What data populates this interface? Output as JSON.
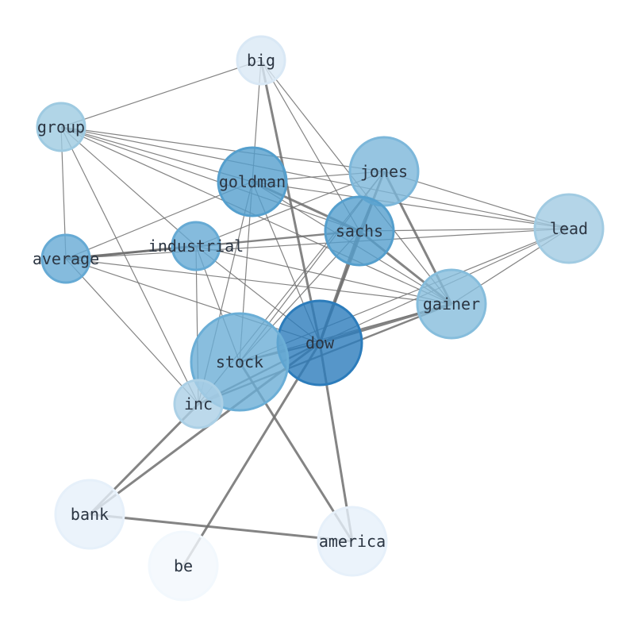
{
  "graph": {
    "nodes": [
      {
        "id": "big",
        "label": "big",
        "weight": 0.18
      },
      {
        "id": "group",
        "label": "group",
        "weight": 0.45
      },
      {
        "id": "goldman",
        "label": "goldman",
        "weight": 0.68
      },
      {
        "id": "jones",
        "label": "jones",
        "weight": 0.55
      },
      {
        "id": "lead",
        "label": "lead",
        "weight": 0.44
      },
      {
        "id": "sachs",
        "label": "sachs",
        "weight": 0.68
      },
      {
        "id": "industrial",
        "label": "industrial",
        "weight": 0.62
      },
      {
        "id": "average",
        "label": "average",
        "weight": 0.62
      },
      {
        "id": "gainer",
        "label": "gainer",
        "weight": 0.52
      },
      {
        "id": "dow",
        "label": "dow",
        "weight": 0.85
      },
      {
        "id": "stock",
        "label": "stock",
        "weight": 0.6
      },
      {
        "id": "inc",
        "label": "inc",
        "weight": 0.4
      },
      {
        "id": "bank",
        "label": "bank",
        "weight": 0.1
      },
      {
        "id": "america",
        "label": "america",
        "weight": 0.1
      },
      {
        "id": "be",
        "label": "be",
        "weight": 0.03
      }
    ],
    "edges": [
      {
        "source": "big",
        "target": "group",
        "weight": 1
      },
      {
        "source": "big",
        "target": "goldman",
        "weight": 1
      },
      {
        "source": "big",
        "target": "dow",
        "weight": 2.5
      },
      {
        "source": "big",
        "target": "sachs",
        "weight": 1
      },
      {
        "source": "big",
        "target": "gainer",
        "weight": 1
      },
      {
        "source": "group",
        "target": "goldman",
        "weight": 1
      },
      {
        "source": "group",
        "target": "jones",
        "weight": 1
      },
      {
        "source": "group",
        "target": "sachs",
        "weight": 1
      },
      {
        "source": "group",
        "target": "lead",
        "weight": 1
      },
      {
        "source": "group",
        "target": "gainer",
        "weight": 1
      },
      {
        "source": "group",
        "target": "average",
        "weight": 1
      },
      {
        "source": "group",
        "target": "industrial",
        "weight": 1
      },
      {
        "source": "group",
        "target": "inc",
        "weight": 1
      },
      {
        "source": "goldman",
        "target": "sachs",
        "weight": 2.5
      },
      {
        "source": "goldman",
        "target": "jones",
        "weight": 1
      },
      {
        "source": "goldman",
        "target": "average",
        "weight": 1
      },
      {
        "source": "goldman",
        "target": "stock",
        "weight": 1
      },
      {
        "source": "goldman",
        "target": "dow",
        "weight": 1
      },
      {
        "source": "goldman",
        "target": "inc",
        "weight": 1
      },
      {
        "source": "goldman",
        "target": "gainer",
        "weight": 1
      },
      {
        "source": "goldman",
        "target": "lead",
        "weight": 1
      },
      {
        "source": "jones",
        "target": "sachs",
        "weight": 1
      },
      {
        "source": "jones",
        "target": "lead",
        "weight": 1
      },
      {
        "source": "jones",
        "target": "gainer",
        "weight": 2.5
      },
      {
        "source": "jones",
        "target": "dow",
        "weight": 2.5
      },
      {
        "source": "jones",
        "target": "stock",
        "weight": 1
      },
      {
        "source": "jones",
        "target": "industrial",
        "weight": 1
      },
      {
        "source": "jones",
        "target": "inc",
        "weight": 1
      },
      {
        "source": "sachs",
        "target": "lead",
        "weight": 1
      },
      {
        "source": "sachs",
        "target": "gainer",
        "weight": 2.5
      },
      {
        "source": "sachs",
        "target": "dow",
        "weight": 3
      },
      {
        "source": "sachs",
        "target": "average",
        "weight": 2
      },
      {
        "source": "sachs",
        "target": "stock",
        "weight": 1
      },
      {
        "source": "lead",
        "target": "average",
        "weight": 1
      },
      {
        "source": "lead",
        "target": "dow",
        "weight": 1
      },
      {
        "source": "lead",
        "target": "gainer",
        "weight": 1
      },
      {
        "source": "lead",
        "target": "stock",
        "weight": 1
      },
      {
        "source": "industrial",
        "target": "average",
        "weight": 2.5
      },
      {
        "source": "industrial",
        "target": "dow",
        "weight": 1
      },
      {
        "source": "industrial",
        "target": "stock",
        "weight": 1
      },
      {
        "source": "industrial",
        "target": "gainer",
        "weight": 1
      },
      {
        "source": "industrial",
        "target": "inc",
        "weight": 1
      },
      {
        "source": "average",
        "target": "gainer",
        "weight": 1
      },
      {
        "source": "average",
        "target": "dow",
        "weight": 1
      },
      {
        "source": "average",
        "target": "inc",
        "weight": 1
      },
      {
        "source": "gainer",
        "target": "dow",
        "weight": 3
      },
      {
        "source": "gainer",
        "target": "stock",
        "weight": 1
      },
      {
        "source": "gainer",
        "target": "inc",
        "weight": 2
      },
      {
        "source": "dow",
        "target": "stock",
        "weight": 2
      },
      {
        "source": "dow",
        "target": "inc",
        "weight": 2
      },
      {
        "source": "dow",
        "target": "bank",
        "weight": 2.5
      },
      {
        "source": "dow",
        "target": "america",
        "weight": 2.5
      },
      {
        "source": "dow",
        "target": "be",
        "weight": 2.5
      },
      {
        "source": "stock",
        "target": "america",
        "weight": 2.5
      },
      {
        "source": "inc",
        "target": "bank",
        "weight": 2.5
      },
      {
        "source": "bank",
        "target": "america",
        "weight": 2.5
      }
    ]
  }
}
